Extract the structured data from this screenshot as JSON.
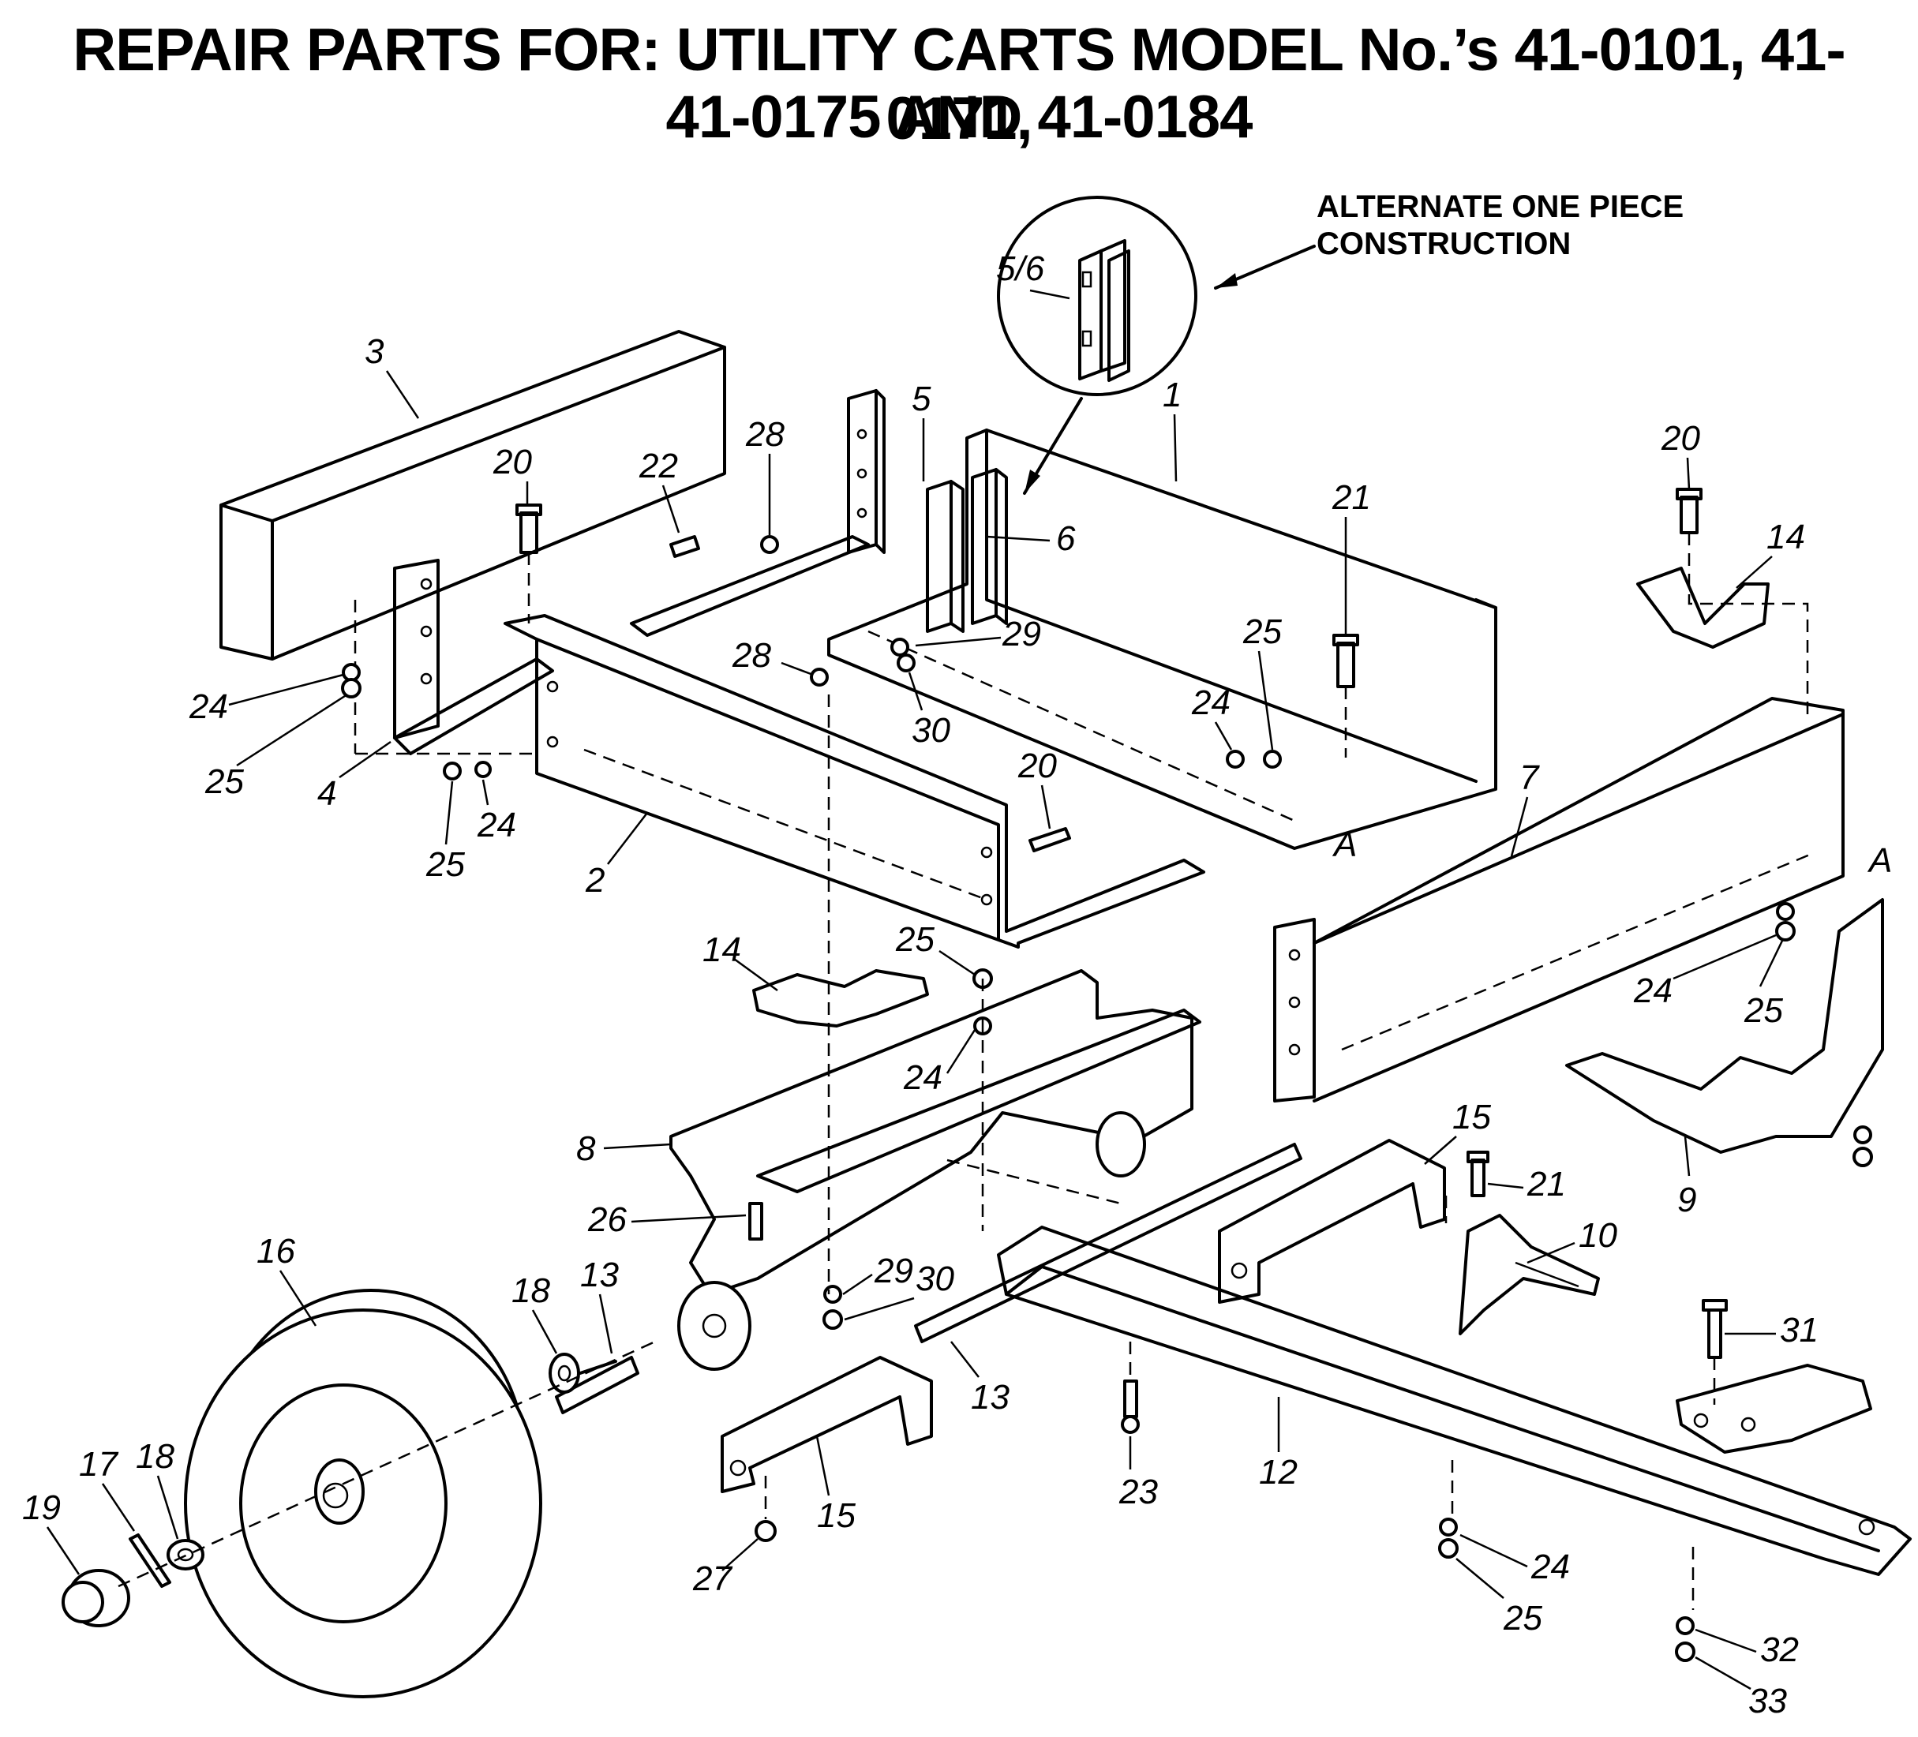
{
  "title": {
    "line1": "REPAIR PARTS FOR: UTILITY CARTS MODEL No.’s 41-0101, 41-0171,",
    "line2": "41-0175 AND 41-0184"
  },
  "note": {
    "line1": "ALTERNATE ONE PIECE",
    "line2": "CONSTRUCTION",
    "inset_label": "5/6"
  },
  "callouts": {
    "c1": "1",
    "c2": "2",
    "c3": "3",
    "c4": "4",
    "c5": "5",
    "c6": "6",
    "c7": "7",
    "c8": "8",
    "c9": "9",
    "c10": "10",
    "c12": "12",
    "c13a": "13",
    "c13b": "13",
    "c14a": "14",
    "c14b": "14",
    "c15a": "15",
    "c15b": "15",
    "c16": "16",
    "c17": "17",
    "c18a": "18",
    "c18b": "18",
    "c19": "19",
    "c20a": "20",
    "c20b": "20",
    "c20c": "20",
    "c21a": "21",
    "c21b": "21",
    "c22": "22",
    "c23": "23",
    "c24a": "24",
    "c24b": "24",
    "c24c": "24",
    "c24d": "24",
    "c24e": "24",
    "c24f": "24",
    "c25a": "25",
    "c25b": "25",
    "c25c": "25",
    "c25d": "25",
    "c25e": "25",
    "c25f": "25",
    "c26": "26",
    "c27": "27",
    "c28a": "28",
    "c28b": "28",
    "c29a": "29",
    "c29b": "29",
    "c30a": "30",
    "c30b": "30",
    "c31": "31",
    "c32": "32",
    "c33": "33",
    "cAa": "A",
    "cAb": "A"
  }
}
